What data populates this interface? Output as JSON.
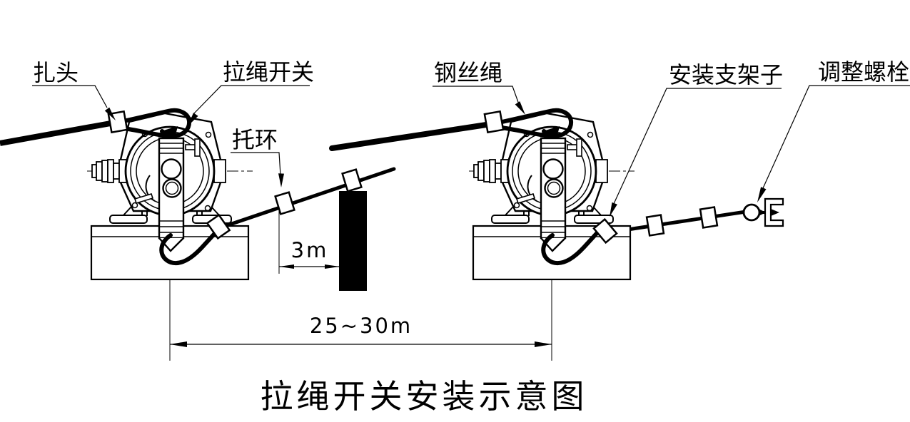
{
  "title": "拉绳开关安装示意图",
  "callouts": {
    "tie_head": "扎头",
    "pull_rope_switch": "拉绳开关",
    "support_ring": "托环",
    "wire_rope": "钢丝绳",
    "mounting_bracket": "安装支架子",
    "adjusting_bolt": "调整螺栓"
  },
  "dimensions": {
    "ring_to_stop": "3m",
    "switch_span": "25~30m"
  },
  "diagram": {
    "type": "installation-schematic",
    "device_count": 2,
    "line_color": "#000000",
    "background_color": "#ffffff"
  }
}
